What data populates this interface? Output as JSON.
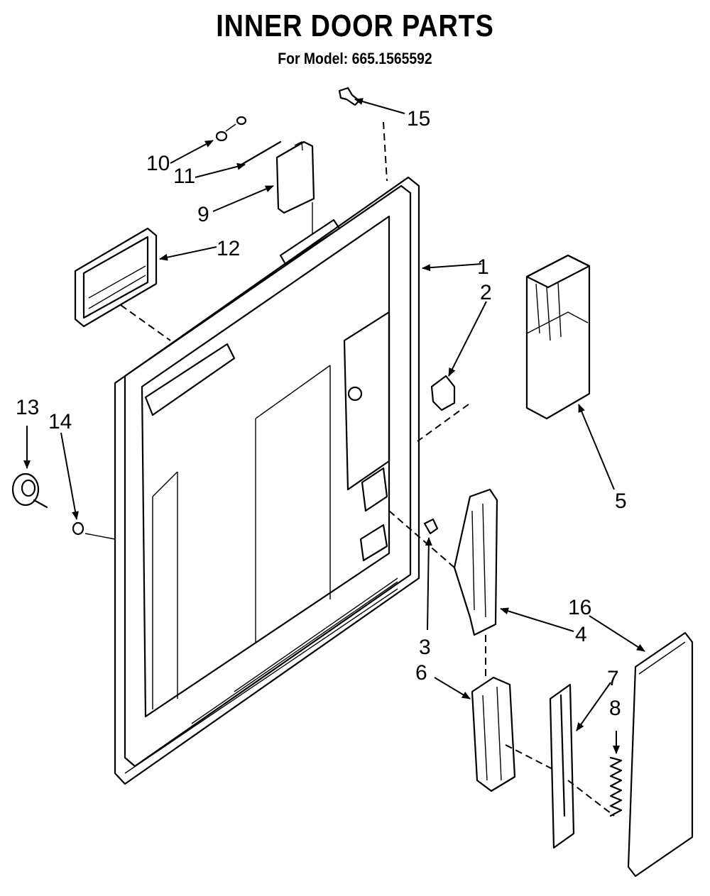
{
  "header": {
    "title": "INNER DOOR PARTS",
    "subtitle": "For Model: 665.1565592"
  },
  "callouts": [
    "1",
    "2",
    "3",
    "4",
    "5",
    "6",
    "7",
    "8",
    "9",
    "10",
    "11",
    "12",
    "13",
    "14",
    "15",
    "16"
  ],
  "colors": {
    "ink": "#000000",
    "paper": "#ffffff"
  }
}
